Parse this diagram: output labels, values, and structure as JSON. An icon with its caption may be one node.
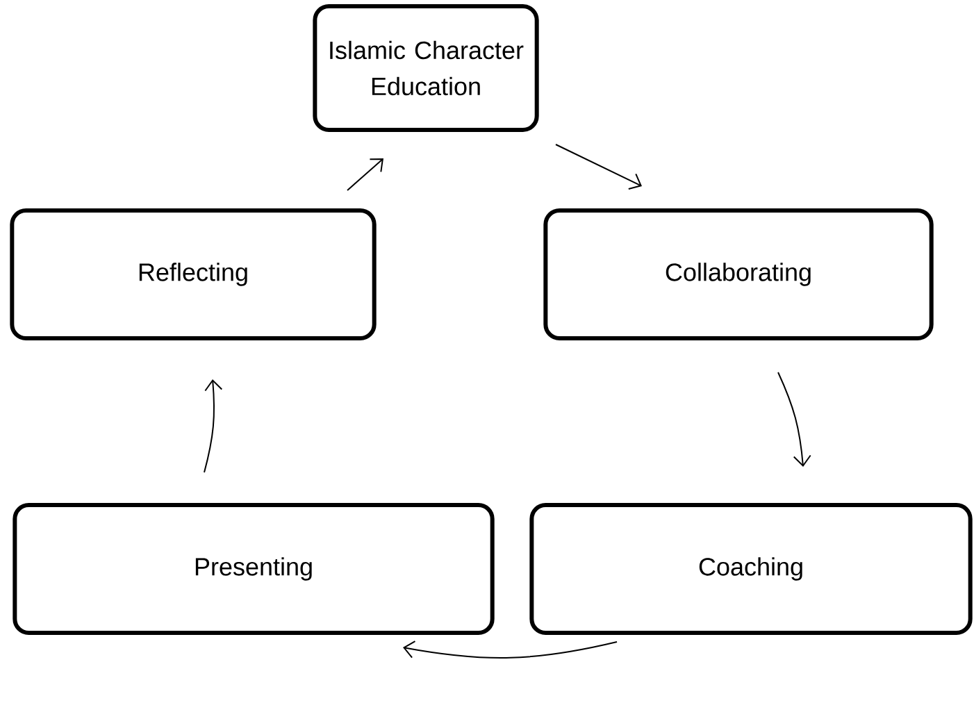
{
  "diagram": {
    "nodes": [
      {
        "text": [
          "Islamic Character Education"
        ]
      },
      {
        "text": [
          "Reflecting"
        ]
      },
      {
        "text": [
          "Collaborating"
        ]
      },
      {
        "text": [
          "Presenting"
        ]
      },
      {
        "text": [
          "Coaching"
        ]
      }
    ],
    "edges": [
      {
        "from": 1,
        "to": 0,
        "arrow": "to"
      },
      {
        "from": 0,
        "to": 2,
        "arrow": "to"
      },
      {
        "from": 2,
        "to": 4,
        "arrow": "to"
      },
      {
        "from": 4,
        "to": 3,
        "arrow": "to"
      },
      {
        "from": 3,
        "to": 1,
        "arrow": "to"
      }
    ]
  }
}
